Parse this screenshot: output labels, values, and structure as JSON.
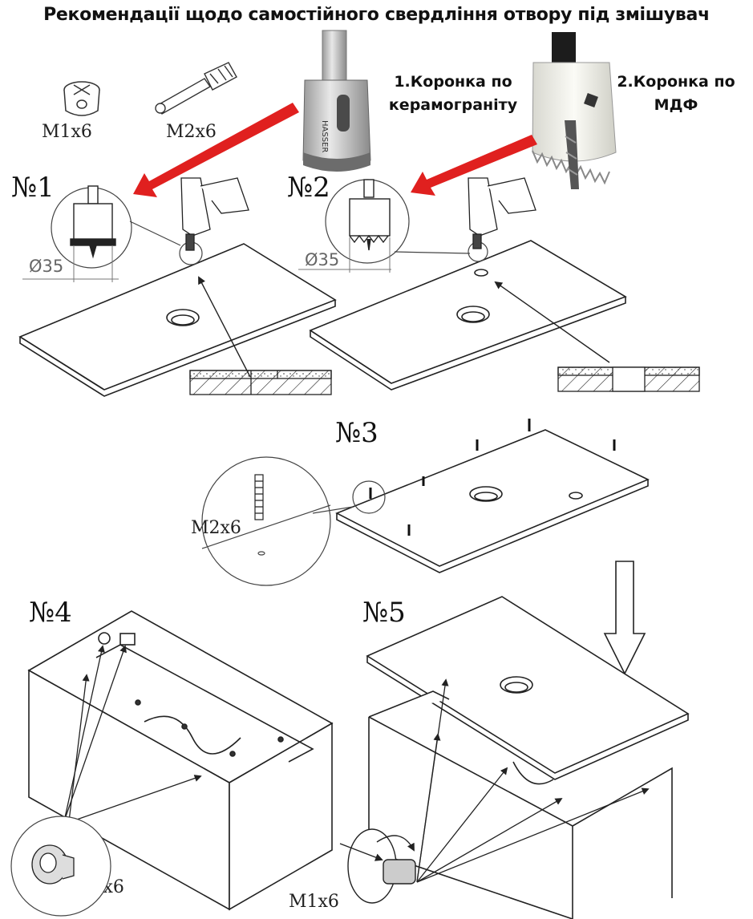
{
  "title": "Рекомендації щодо самостійного свердління отвору під змішувач",
  "fittings": {
    "m1_label": "M1x6",
    "m2_label": "M2x6"
  },
  "bits": {
    "bit1_label": "1.Коронка по керамограніту",
    "bit2_label": "2.Коронка по МДФ",
    "bit1_brand": "HASSER"
  },
  "steps": {
    "s1": "№1",
    "s2": "№2",
    "s3": "№3",
    "s4": "№4",
    "s5": "№5"
  },
  "dimension": "Ø35",
  "callouts": {
    "step3_fitting": "M2x6",
    "step4_fitting": "M1x6",
    "step5_fitting": "M1x6"
  },
  "colors": {
    "arrow_red": "#e0201f",
    "line": "#222222",
    "ceramic": "#c9c9c9"
  }
}
